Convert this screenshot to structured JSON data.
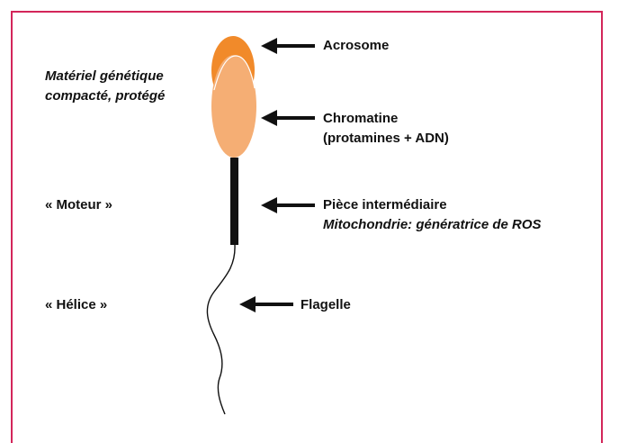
{
  "colors": {
    "frame": "#d3265a",
    "acrosome": "#f18a2a",
    "chromatin": "#f5ae74",
    "midpiece": "#111111",
    "arrow": "#111111"
  },
  "labels": {
    "acrosome": "Acrosome",
    "chromatin_line1": "Chromatine",
    "chromatin_line2": "(protamines + ADN)",
    "midpiece_line1": "Pièce intermédiaire",
    "midpiece_line2": "Mitochondrie: génératrice de ROS",
    "flagellum": "Flagelle"
  },
  "side_labels": {
    "genetic_line1": "Matériel génétique",
    "genetic_line2": "compacté, protégé",
    "motor": "« Moteur »",
    "propeller": "« Hélice »"
  }
}
